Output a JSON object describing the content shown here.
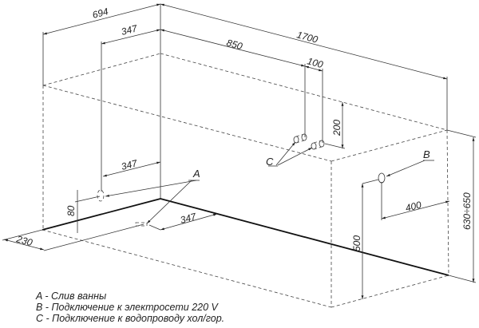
{
  "dimensions": {
    "d694": "694",
    "d347_top": "347",
    "d850": "850",
    "d100": "100",
    "d1700": "1700",
    "d200": "200",
    "d347_mid": "347",
    "d347_floor": "347",
    "d80": "80",
    "d230": "230",
    "d400": "400",
    "d500": "500",
    "d630_650": "630÷650"
  },
  "markers": {
    "a": "A",
    "b": "B",
    "c": "C"
  },
  "legend": [
    "A - Слив ванны",
    "B - Подключение к электросети 220 V",
    "C - Подключение к водопроводу хол/гор."
  ]
}
